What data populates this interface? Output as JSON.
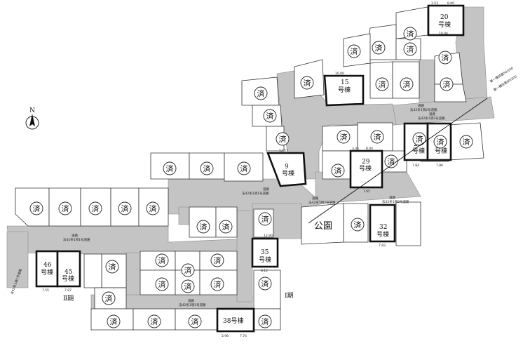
{
  "compass": {
    "label": "N"
  },
  "sold_mark": "済",
  "park_label": "公園",
  "phases": {
    "phase1": "Ⅰ期",
    "phase2": "Ⅱ期"
  },
  "zoning": {
    "line1": "第一種低層50/100",
    "line2": "第一種住居60/200"
  },
  "buildings": [
    {
      "id": "b20",
      "line1": "20",
      "line2": "号棟"
    },
    {
      "id": "b15",
      "line1": "15",
      "line2": "号棟"
    },
    {
      "id": "b25",
      "line1": "25",
      "line2": "号棟"
    },
    {
      "id": "b24",
      "line1": "24",
      "line2": "号棟"
    },
    {
      "id": "b29",
      "line1": "29",
      "line2": "号棟"
    },
    {
      "id": "b9",
      "line1": "9",
      "line2": "号棟"
    },
    {
      "id": "b32",
      "line1": "32",
      "line2": "号棟"
    },
    {
      "id": "b35",
      "line1": "35",
      "line2": "号棟"
    },
    {
      "id": "b46",
      "line1": "46",
      "line2": "号棟"
    },
    {
      "id": "b45",
      "line1": "45",
      "line2": "号棟"
    },
    {
      "id": "b38",
      "line1": "38号棟",
      "line2": ""
    }
  ],
  "road_labels": {
    "r1": "道路",
    "r1b": "法42条1項1号道路",
    "r2": "道路",
    "r2b": "法42条1項2号道路",
    "r3": "道路",
    "r3b": "法42条1項1号道路",
    "r4": "道路",
    "r4b": "法42条1項2号道路",
    "r5": "道路",
    "r5b": "法42条1項2号道路",
    "r6": "道路",
    "r6b": "法42条1項1号道路",
    "r7": "道路",
    "r7b": "法42条1項2号道路",
    "r8": "法42条1項1号道路"
  },
  "dimensions": {
    "b20_top_a": "3.53",
    "b20_top_b": "8.00",
    "b20_bot": "10.04",
    "b15_top": "10.00",
    "b25_bot": "7.84",
    "b24_bot": "7.86",
    "b29_top_a": "3.36",
    "b29_top_b": "8.04",
    "b29_bot": "7.65",
    "b9_top": "12.57",
    "b32_bot": "7.83",
    "b35_top": "12.90",
    "b35_bot": "8.12",
    "b46_bot": "7.55",
    "b45_bot": "7.87",
    "b38_bot_a": "5.96",
    "b38_bot_b": "7.74"
  }
}
